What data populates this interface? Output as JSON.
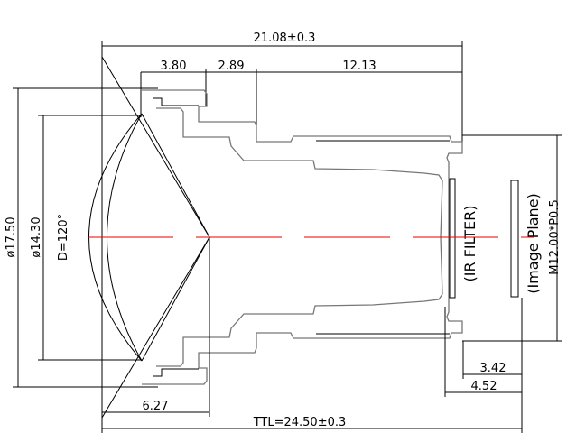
{
  "drawing": {
    "overall_length": "21.08±0.3",
    "front_section": "3.80",
    "middle_section": "2.89",
    "barrel_length": "12.13",
    "outer_diameter": "ø17.50",
    "lens_diameter": "ø14.30",
    "field_of_view": "D=120°",
    "front_to_apex": "6.27",
    "ttl": "TTL=24.50±0.3",
    "back_focal_1": "3.42",
    "back_focal_2": "4.52",
    "ir_filter_label": "(IR FILTER)",
    "image_plane_label": "(Image Plane)",
    "thread_label": "M12.00*P0.5"
  },
  "colors": {
    "centerline": "#e00000",
    "housing": "#777777"
  }
}
